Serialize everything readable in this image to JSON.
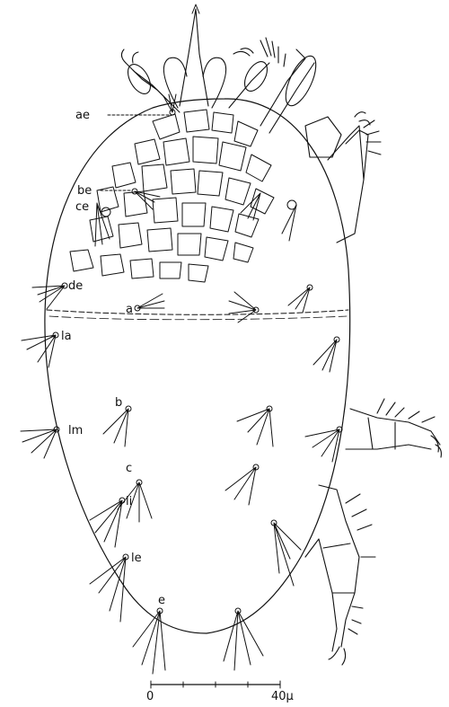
{
  "labels": {
    "ae": "ae",
    "be": "be",
    "ce": "ce",
    "de": "de",
    "a": "a",
    "la": "la",
    "b": "b",
    "lm": "lm",
    "c": "c",
    "li": "li",
    "le": "le",
    "e": "e"
  },
  "scale": {
    "start": "0",
    "end": "40μ"
  },
  "colors": {
    "ink": "#111111",
    "background": "#ffffff"
  }
}
